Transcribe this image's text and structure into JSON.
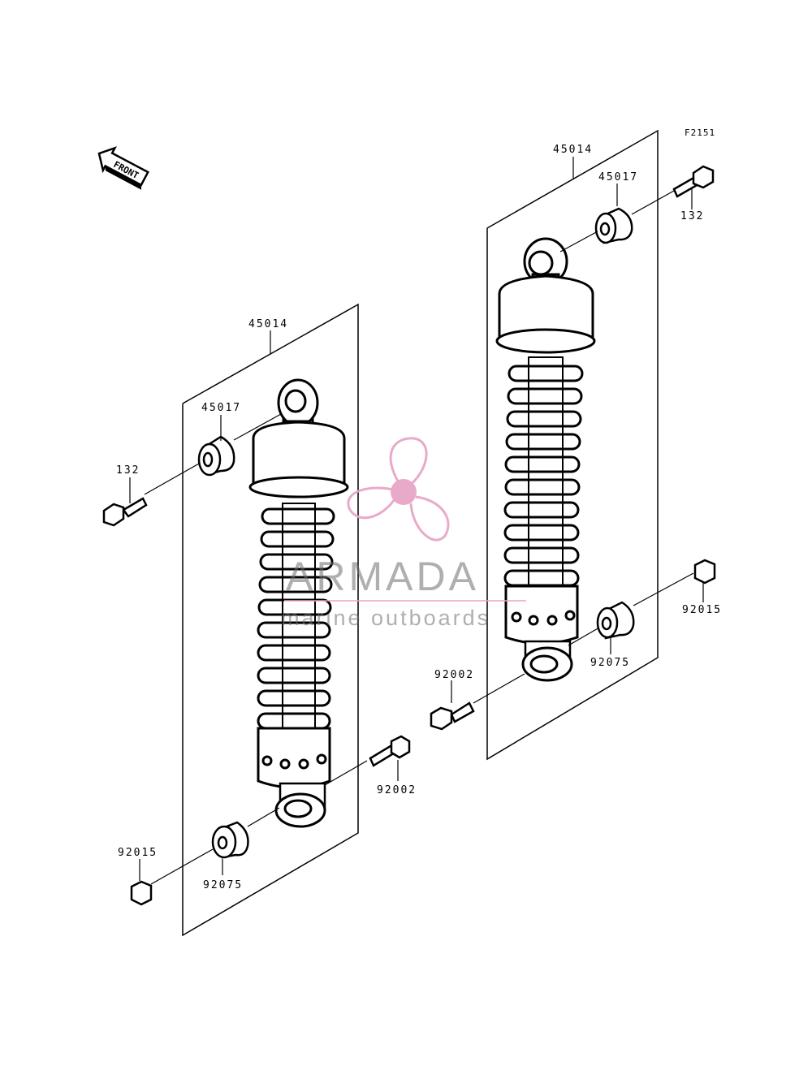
{
  "figure_code": "F2151",
  "front_label": "FRONT",
  "watermark": {
    "brand": "ARMADA",
    "tagline": "marine outboards",
    "colors": {
      "logo": "#e8a6c8",
      "text": "#6e6e6e"
    }
  },
  "left_assembly": {
    "assembly": "45014",
    "upper_bushing": "45017",
    "upper_bolt": "132",
    "lower_bolt": "92002",
    "lower_bushing": "92075",
    "lower_nut": "92015"
  },
  "right_assembly": {
    "assembly": "45014",
    "upper_bushing": "45017",
    "upper_bolt": "132",
    "lower_bolt": "92002",
    "lower_bushing": "92075",
    "lower_nut": "92015"
  }
}
